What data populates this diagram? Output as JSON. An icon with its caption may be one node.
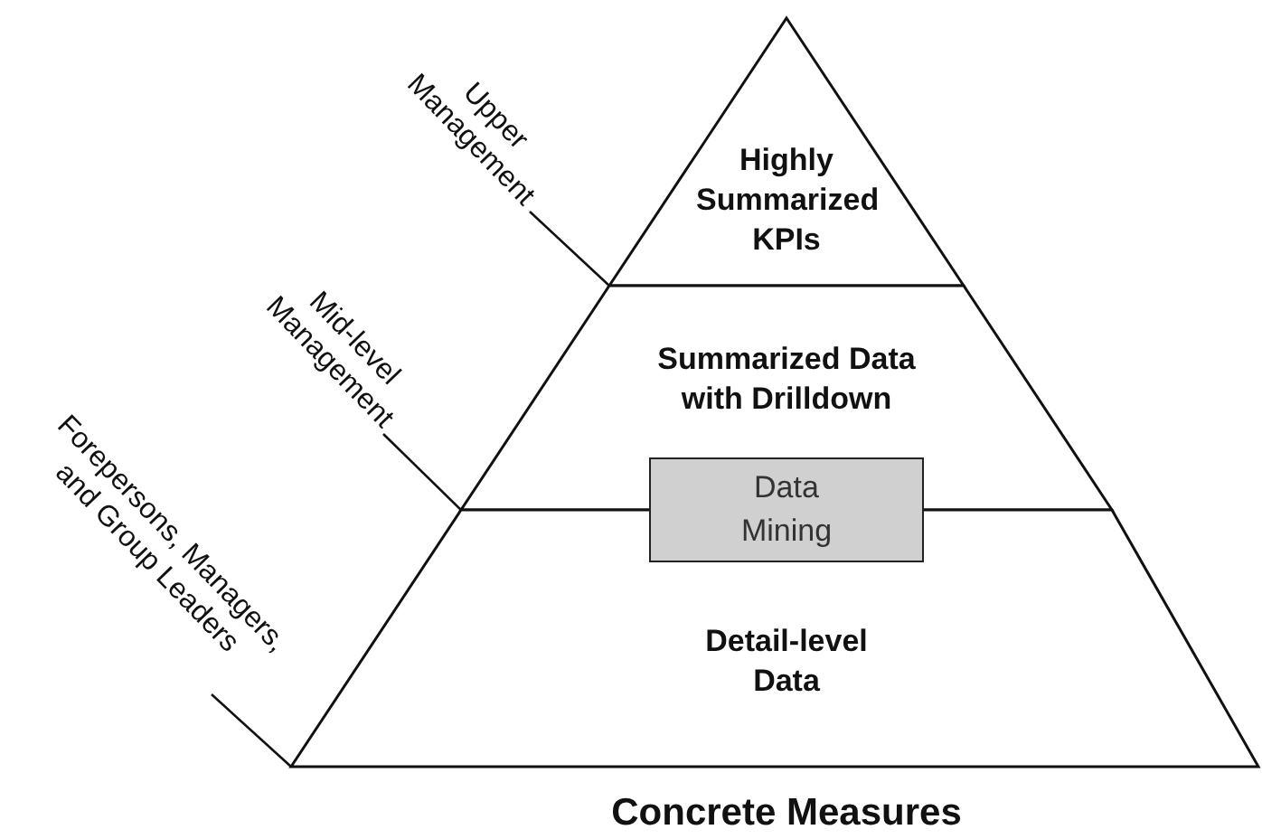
{
  "diagram": {
    "caption": "Concrete Measures",
    "nodes": [
      {
        "text": [
          "Highly Summarized KPIs"
        ]
      },
      {
        "text": [
          "Summarized Data with Drilldown"
        ]
      },
      {
        "text": [
          "Detail-level Data"
        ]
      },
      {
        "text": [
          "Data Mining"
        ]
      },
      {
        "text": [
          "Upper Management"
        ]
      },
      {
        "text": [
          "Mid-level Management"
        ]
      },
      {
        "text": [
          "Forepersons, Managers, and Group Leaders"
        ]
      }
    ],
    "edges": [
      {
        "from": 4,
        "to": 0,
        "arrow": "none"
      },
      {
        "from": 5,
        "to": 1,
        "arrow": "none"
      },
      {
        "from": 6,
        "to": 2,
        "arrow": "none"
      }
    ]
  }
}
